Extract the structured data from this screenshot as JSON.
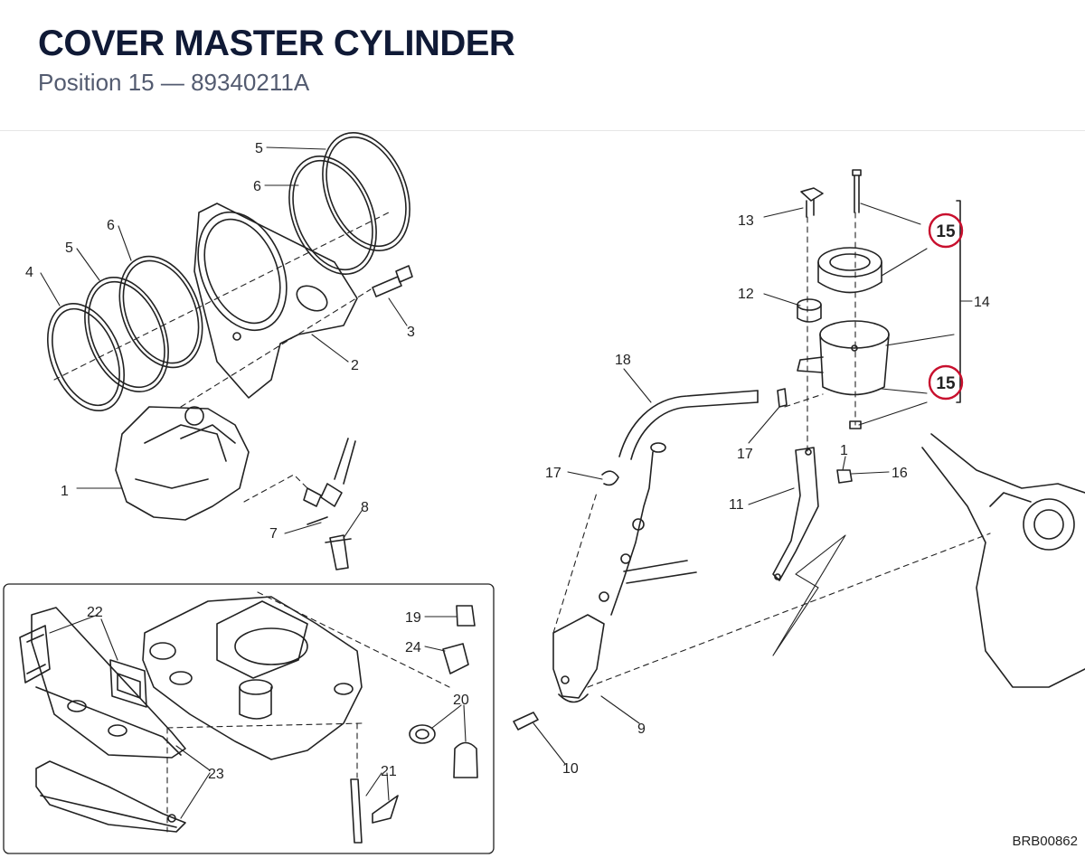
{
  "header": {
    "title": "COVER MASTER CYLINDER",
    "subtitle": "Position 15 — 89340211A"
  },
  "diagram_code": "BRB00862",
  "callouts": {
    "c1": "1",
    "c2": "2",
    "c3": "3",
    "c4": "4",
    "c5a": "5",
    "c5b": "5",
    "c6a": "6",
    "c6b": "6",
    "c7": "7",
    "c8": "8",
    "c9": "9",
    "c10": "10",
    "c11": "11",
    "c12": "12",
    "c13": "13",
    "c14": "14",
    "c16": "16",
    "c17a": "17",
    "c17b": "17",
    "c18": "18",
    "c19": "19",
    "c20": "20",
    "c21": "21",
    "c22": "22",
    "c23": "23",
    "c24": "24",
    "c1b": "1"
  },
  "highlights": {
    "h15a": "15",
    "h15b": "15"
  },
  "colors": {
    "highlight": "#c8102e",
    "ink": "#222222",
    "title": "#101a36"
  }
}
